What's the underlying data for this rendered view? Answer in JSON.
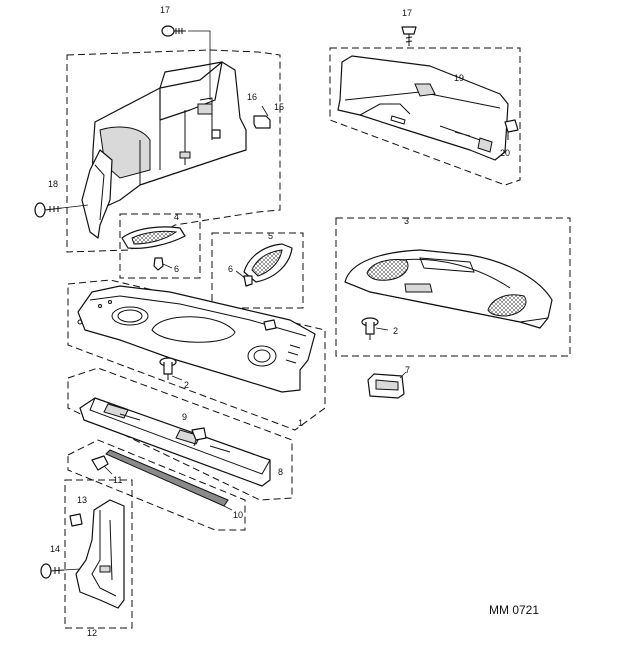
{
  "diagram": {
    "reference": "MM 0721",
    "callouts": [
      {
        "id": "c17a",
        "text": "17"
      },
      {
        "id": "c17b",
        "text": "17"
      },
      {
        "id": "c19",
        "text": "19"
      },
      {
        "id": "c16",
        "text": "16"
      },
      {
        "id": "c15",
        "text": "15"
      },
      {
        "id": "c20",
        "text": "20"
      },
      {
        "id": "c18",
        "text": "18"
      },
      {
        "id": "c4",
        "text": "4"
      },
      {
        "id": "c6a",
        "text": "6"
      },
      {
        "id": "c5",
        "text": "5"
      },
      {
        "id": "c6b",
        "text": "6"
      },
      {
        "id": "c3",
        "text": "3"
      },
      {
        "id": "c2a",
        "text": "2"
      },
      {
        "id": "c2b",
        "text": "2"
      },
      {
        "id": "c7",
        "text": "7"
      },
      {
        "id": "c1",
        "text": "1"
      },
      {
        "id": "c9",
        "text": "9"
      },
      {
        "id": "c8",
        "text": "8"
      },
      {
        "id": "c11",
        "text": "11"
      },
      {
        "id": "c10",
        "text": "10"
      },
      {
        "id": "c13",
        "text": "13"
      },
      {
        "id": "c14",
        "text": "14"
      },
      {
        "id": "c12",
        "text": "12"
      }
    ]
  }
}
